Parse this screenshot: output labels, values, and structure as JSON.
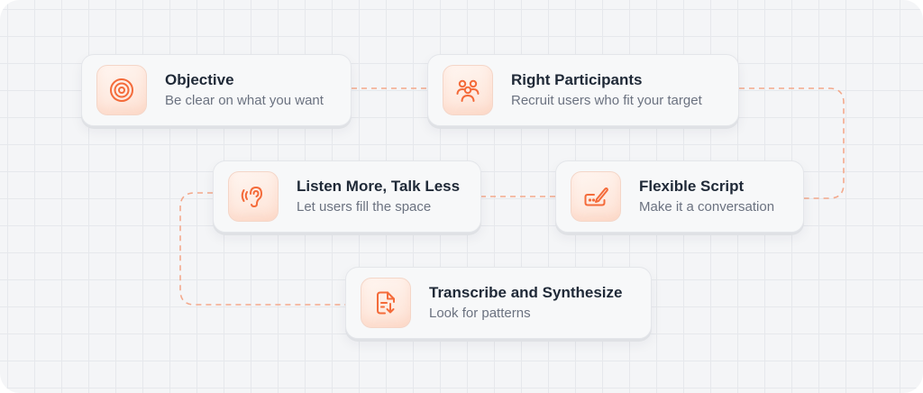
{
  "colors": {
    "accent": "#f46b3a",
    "connector": "#f3a98c",
    "title": "#1f2937",
    "subtitle": "#6b7280"
  },
  "steps": [
    {
      "title": "Objective",
      "subtitle": "Be clear on what you want",
      "icon": "target-icon"
    },
    {
      "title": "Right Participants",
      "subtitle": "Recruit users who fit your target",
      "icon": "users-icon"
    },
    {
      "title": "Flexible Script",
      "subtitle": "Make it a conversation",
      "icon": "edit-script-icon"
    },
    {
      "title": "Listen More, Talk Less",
      "subtitle": "Let users fill the space",
      "icon": "ear-icon"
    },
    {
      "title": "Transcribe and Synthesize",
      "subtitle": "Look for patterns",
      "icon": "document-icon"
    }
  ]
}
